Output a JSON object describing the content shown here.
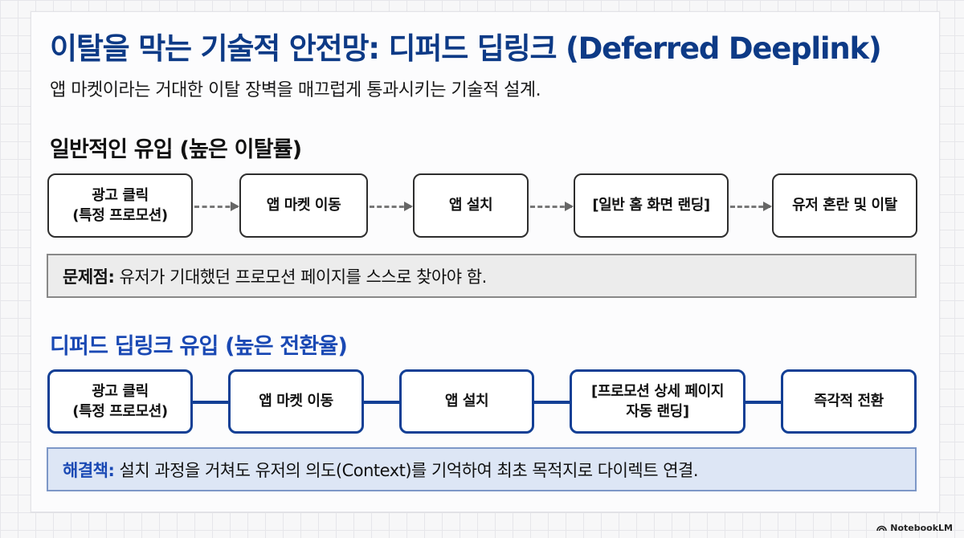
{
  "title": "이탈을 막는 기술적 안전망: 디퍼드 딥링크 (Deferred Deeplink)",
  "subtitle": "앱 마켓이라는 거대한 이탈 장벽을 매끄럽게 통과시키는 기술적 설계.",
  "normal_flow": {
    "heading": "일반적인 유입 (높은 이탈률)",
    "steps": [
      "광고 클릭\n(특정 프로모션)",
      "앱 마켓 이동",
      "앱 설치",
      "[일반 홈 화면 랜딩]",
      "유저 혼란 및 이탈"
    ],
    "problem_label": "문제점:",
    "problem_text": " 유저가 기대했던 프로모션 페이지를 스스로 찾아야 함."
  },
  "deferred_flow": {
    "heading": "디퍼드 딥링크 유입 (높은 전환율)",
    "steps": [
      "광고 클릭\n(특정 프로모션)",
      "앱 마켓 이동",
      "앱 설치",
      "[프로모션 상세 페이지\n자동 랜딩]",
      "즉각적 전환"
    ],
    "solution_label": "해결책:",
    "solution_text": " 설치 과정을 거쳐도 유저의 의도(Context)를 기억하여 최초 목적지로 다이렉트 연결."
  },
  "watermark": "NotebookLM",
  "colors": {
    "title": "#0d3a86",
    "deep_accent": "#1a49b4",
    "deep_border": "#123f95",
    "normal_border": "#2d2d2d",
    "callout_normal_bg": "#ececec",
    "callout_deep_bg": "#dde6f5"
  }
}
